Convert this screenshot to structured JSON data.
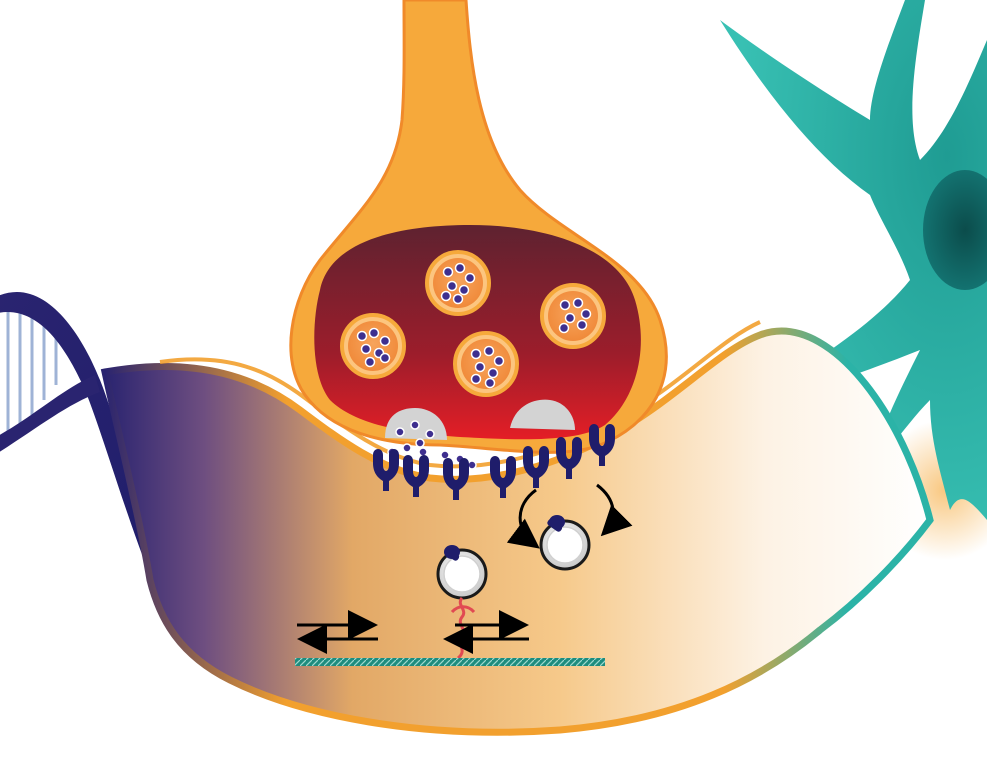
{
  "figure": {
    "components": [
      "presynaptic-terminal",
      "synaptic-vesicles",
      "postsynaptic-dendrite",
      "postsynaptic-receptors",
      "receptor-recycling-vesicle",
      "motor-protein-cargo",
      "cytoskeletal-track",
      "dna-double-helix",
      "glial-cell"
    ],
    "colors": {
      "presynaptic_membrane": "#F6A93B",
      "presynaptic_inside_top": "#5E2230",
      "presynaptic_inside_bottom": "#E41E26",
      "dendrite_membrane": "#F2A02E",
      "receptor": "#1F1D6B",
      "dna_strand": "#1F1D6B",
      "glia": "#2BB3A7",
      "glia_nucleus": "#0E5B5A",
      "track": "#1E8C7E",
      "motor_protein": "#E14A52",
      "arrow": "#000000"
    }
  }
}
